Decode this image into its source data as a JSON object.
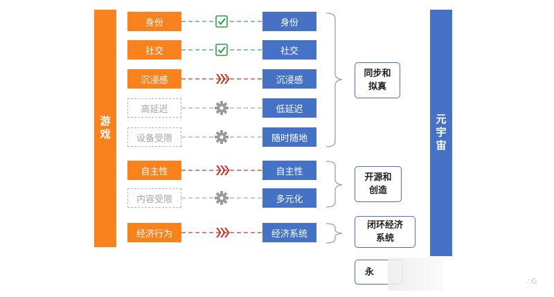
{
  "diagram": {
    "left_title": "游戏",
    "right_title": "元宇宙",
    "colors": {
      "orange": "#f7821e",
      "blue": "#4572c4",
      "gray": "#a6a6a6",
      "green": "#2e9e44",
      "red": "#c0392b"
    },
    "rows": [
      {
        "from": "身份",
        "to": "身份",
        "from_style": "solid",
        "connector": "check-icon",
        "line_color": "#3a9e8a"
      },
      {
        "from": "社交",
        "to": "社交",
        "from_style": "solid",
        "connector": "check-icon",
        "line_color": "#3a9e8a"
      },
      {
        "from": "沉浸感",
        "to": "沉浸感",
        "from_style": "solid",
        "connector": "chevrons-icon",
        "line_color": "#c0392b"
      },
      {
        "from": "高延迟",
        "to": "低延迟",
        "from_style": "dashed",
        "connector": "gear-icon",
        "line_color": "#a6a6a6"
      },
      {
        "from": "设备受限",
        "to": "随时随地",
        "from_style": "dashed",
        "connector": "gear-icon",
        "line_color": "#a6a6a6"
      },
      {
        "from": "自主性",
        "to": "自主性",
        "from_style": "solid",
        "connector": "chevrons-icon",
        "line_color": "#c0392b"
      },
      {
        "from": "内容受限",
        "to": "多元化",
        "from_style": "dashed",
        "connector": "gear-icon",
        "line_color": "#a6a6a6"
      },
      {
        "from": "经济行为",
        "to": "经济系统",
        "from_style": "solid",
        "connector": "chevrons-icon",
        "line_color": "#c0392b"
      }
    ],
    "groups": [
      {
        "line1": "同步和",
        "line2": "拟真"
      },
      {
        "line1": "开源和",
        "line2": "创造"
      },
      {
        "line1": "闭环经济",
        "line2": "系统"
      },
      {
        "line1": "永"
      }
    ]
  }
}
